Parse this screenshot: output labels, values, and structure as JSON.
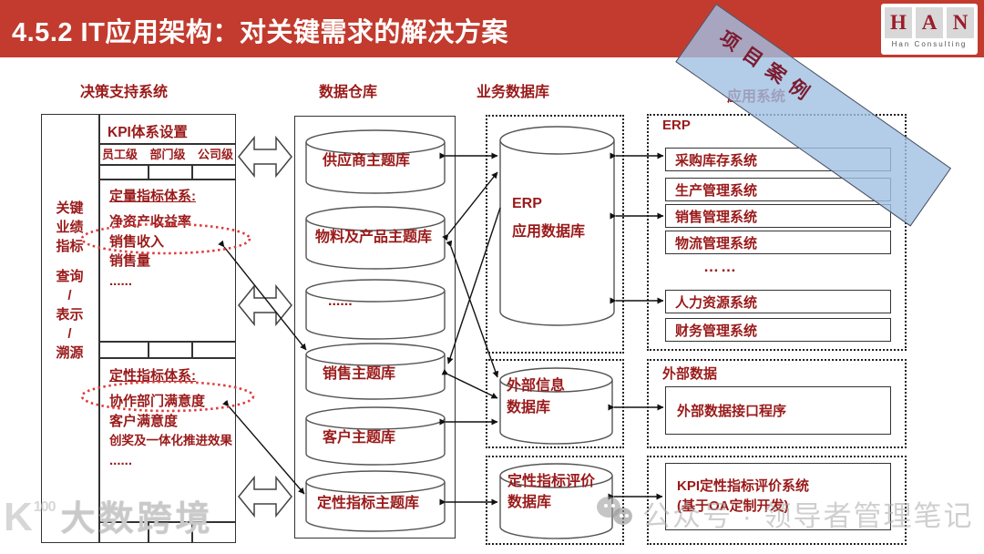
{
  "title": "4.5.2 IT应用架构：对关键需求的解决方案",
  "banner": "项目案例",
  "logo": {
    "letters": [
      "H",
      "A",
      "N"
    ],
    "subtitle": "Han Consulting"
  },
  "columns": {
    "dss": "决策支持系统",
    "warehouse": "数据仓库",
    "business_db": "业务数据库",
    "apps": "应用系统"
  },
  "dss": {
    "side_lines": [
      "关键",
      "业绩",
      "指标",
      "查询",
      "/",
      "表示",
      "/",
      "溯源"
    ],
    "kpi_header": "KPI体系设置",
    "levels": [
      "员工级",
      "部门级",
      "公司级"
    ],
    "quant": {
      "heading": "定量指标体系:",
      "items": [
        "净资产收益率",
        "销售收入",
        "销售量",
        "......"
      ]
    },
    "qual": {
      "heading": "定性指标体系:",
      "items": [
        "协作部门满意度",
        "客户满意度",
        "创奖及一体化推进效果",
        "......"
      ]
    }
  },
  "warehouse": {
    "cylinders": [
      "供应商主题库",
      "物料及产品主题库",
      "......",
      "销售主题库",
      "客户主题库",
      "定性指标主题库"
    ]
  },
  "business_db": {
    "erp": {
      "line1": "ERP",
      "line2": "应用数据库"
    },
    "external": {
      "line1": "外部信息",
      "line2": "数据库"
    },
    "qualitative": {
      "line1": "定性指标评价",
      "line2": "数据库"
    }
  },
  "apps": {
    "erp_label": "ERP",
    "erp_systems": [
      "采购库存系统",
      "生产管理系统",
      "销售管理系统",
      "物流管理系统",
      "……",
      "人力资源系统",
      "财务管理系统"
    ],
    "external_label": "外部数据",
    "external_box": "外部数据接口程序",
    "kpi_box_line1": "KPI定性指标评价系统",
    "kpi_box_line2": "(基于OA定制开发)"
  },
  "watermarks": {
    "left_logo": "K",
    "left_logo_sup": "100",
    "left": "大数跨境",
    "right": "公众号 · 领导者管理笔记"
  },
  "colors": {
    "bar_red": "#c23b2e",
    "text_red": "#9a1a1a",
    "banner_blue": "rgba(160,193,228,0.8)",
    "ellipse_red": "#e03a3a"
  }
}
